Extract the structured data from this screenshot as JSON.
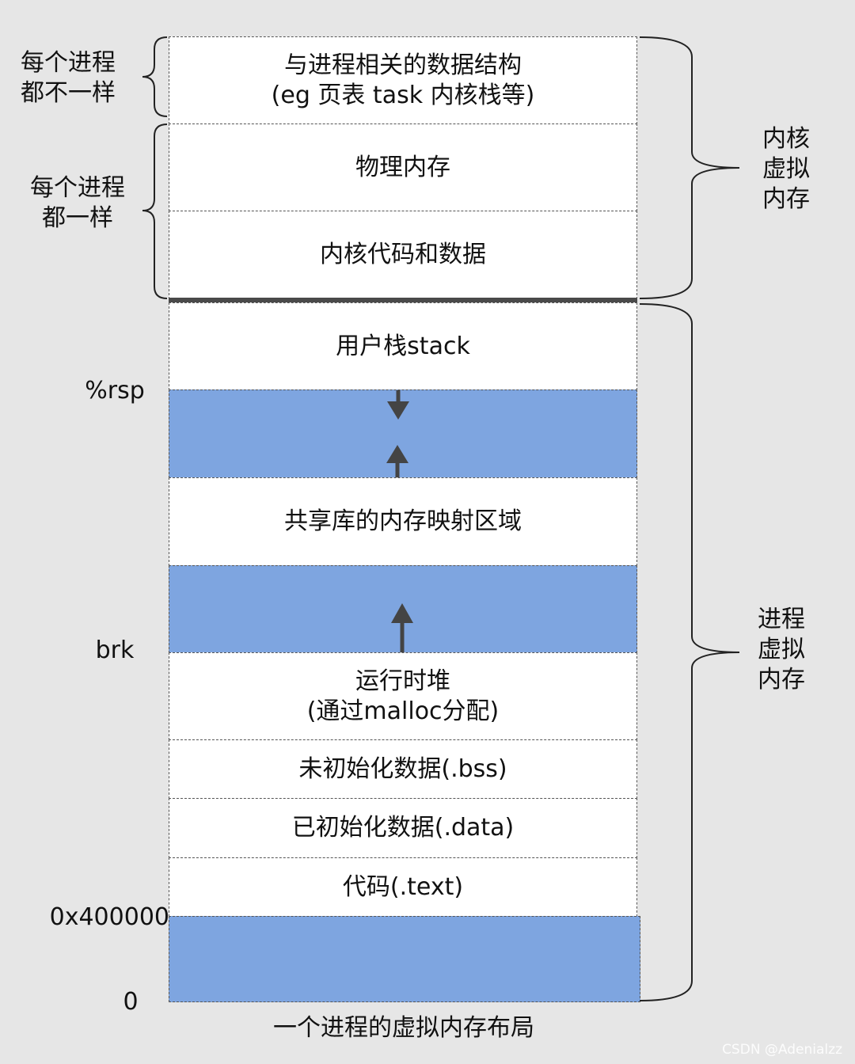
{
  "kernel_section": {
    "task_struct_line1": "与进程相关的数据结构",
    "task_struct_line2": "(eg 页表 task 内核栈等)",
    "physical_memory": "物理内存",
    "kernel_code_data": "内核代码和数据"
  },
  "user_section": {
    "user_stack": "用户栈stack",
    "shared_libs": "共享库的内存映射区域",
    "heap_line1": "运行时堆",
    "heap_line2": "(通过malloc分配)",
    "bss": "未初始化数据(.bss)",
    "data": "已初始化数据(.data)",
    "text": "代码(.text)"
  },
  "left_labels": {
    "differs_line1": "每个进程",
    "differs_line2": "都不一样",
    "same_line1": "每个进程",
    "same_line2": "都一样",
    "rsp": "%rsp",
    "brk": "brk",
    "addr_400000": "0x400000",
    "addr_zero": "0"
  },
  "right_labels": {
    "kernel_line1": "内核",
    "kernel_line2": "虚拟",
    "kernel_line3": "内存",
    "process_line1": "进程",
    "process_line2": "虚拟",
    "process_line3": "内存"
  },
  "caption": "一个进程的虚拟内存布局",
  "watermark": "CSDN @Adenialzz",
  "colors": {
    "background": "#e6e6e6",
    "block": "#ffffff",
    "gap_region": "#7ea5e0",
    "arrow": "#444444"
  }
}
